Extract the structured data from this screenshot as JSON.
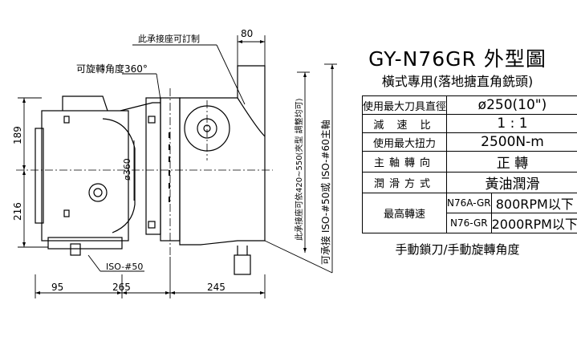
{
  "annotations": {
    "bearing_seat_note": "此承接座可訂制",
    "swivel_note": "可旋轉角度360°",
    "dia_label": "ø360",
    "vertical_note_1": "此承接座可依420~550(夾型 調整均可)",
    "vertical_note_2": "可承接 ISO-#50或 ISO-#60主軸",
    "iso_label": "ISO-#50"
  },
  "dimensions": {
    "top_width": "80",
    "height_upper": "189",
    "height_lower": "216",
    "width_left": "95",
    "width_mid": "265",
    "width_right": "245"
  },
  "spec": {
    "title": "GY-N76GR 外型圖",
    "subtitle": "橫式專用(落地搪直角銑頭)",
    "rows": [
      {
        "label": "使用最大刀具直徑",
        "value": "ø250(10\")"
      },
      {
        "label": "減 速 比",
        "value": "1 : 1"
      },
      {
        "label": "使用最大扭力",
        "value": "2500N-m"
      },
      {
        "label": "主軸轉向",
        "value": "正 轉"
      },
      {
        "label": "潤滑方式",
        "value": "黃油潤滑"
      }
    ],
    "speed_label": "最高轉速",
    "speed_rows": [
      {
        "model": "N76A-GR",
        "value": "800RPM以下"
      },
      {
        "model": "N76-GR",
        "value": "2000RPM以下"
      }
    ],
    "note": "手動鎖刀/手動旋轉角度"
  }
}
